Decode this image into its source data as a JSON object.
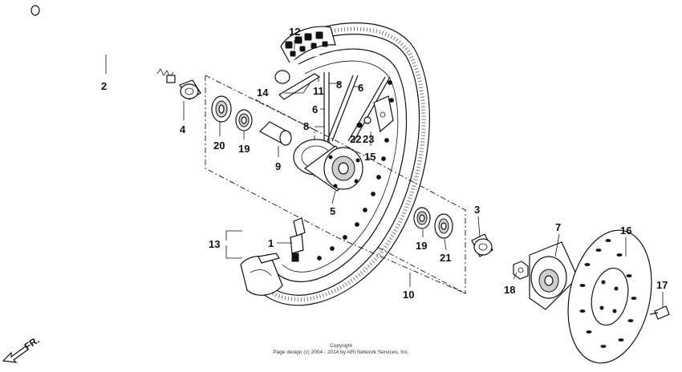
{
  "callouts": {
    "c1": "1",
    "c2": "2",
    "c3": "3",
    "c4": "4",
    "c5": "5",
    "c6a": "6",
    "c6b": "6",
    "c7": "7",
    "c8a": "8",
    "c8b": "8",
    "c9": "9",
    "c10": "10",
    "c11": "11",
    "c12": "12",
    "c13": "13",
    "c14": "14",
    "c15": "15",
    "c16": "16",
    "c17": "17",
    "c18": "18",
    "c19a": "19",
    "c19b": "19",
    "c20": "20",
    "c21": "21",
    "c22": "22",
    "c23": "23"
  },
  "direction_label": "FR.",
  "copyright": {
    "line1": "Copyright",
    "line2": "Page design (c) 2004 - 2014 by ARI Network Services, Inc."
  },
  "colors": {
    "ink": "#111111",
    "paper": "#ffffff",
    "shade": "#cfcfcf"
  }
}
